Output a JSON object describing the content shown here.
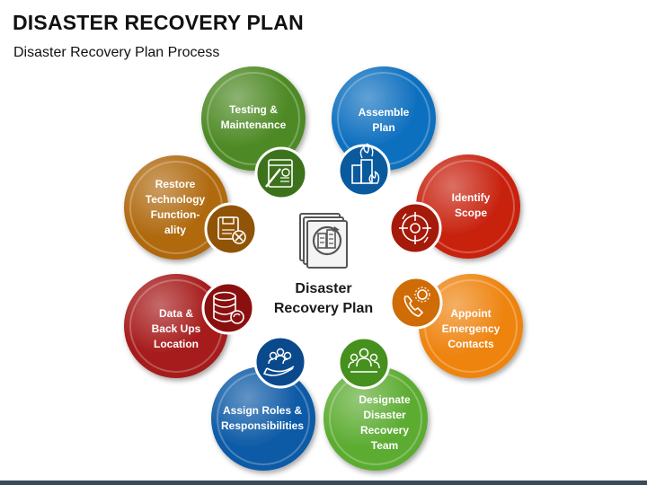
{
  "header": {
    "title": "DISASTER RECOVERY PLAN",
    "subtitle": "Disaster Recovery Plan Process"
  },
  "center": {
    "lines": [
      "Disaster",
      "Recovery Plan"
    ],
    "icon": "building-book-icon"
  },
  "steps": [
    {
      "id": "testing",
      "lines": [
        "Testing &",
        "Maintenance"
      ],
      "color": "#4e8a25",
      "icon": "web-tools-icon"
    },
    {
      "id": "assemble",
      "lines": [
        "Assemble",
        "Plan"
      ],
      "color": "#0d6fbf",
      "icon": "building-fire-icon"
    },
    {
      "id": "identify",
      "lines": [
        "Identify",
        "Scope"
      ],
      "color": "#c8220f",
      "icon": "target-scope-icon"
    },
    {
      "id": "contacts",
      "lines": [
        "Appoint",
        "Emergency",
        "Contacts"
      ],
      "color": "#ee8410",
      "icon": "phone-gear-icon"
    },
    {
      "id": "team",
      "lines": [
        "Designate",
        "Disaster",
        "Recovery",
        "Team"
      ],
      "color": "#5dac32",
      "icon": "team-group-icon"
    },
    {
      "id": "roles",
      "lines": [
        "Assign Roles &",
        "Responsibilities"
      ],
      "color": "#0d5aa6",
      "icon": "hand-people-icon"
    },
    {
      "id": "data",
      "lines": [
        "Data &",
        "Back Ups",
        "Location"
      ],
      "color": "#a61a1a",
      "icon": "database-sync-icon"
    },
    {
      "id": "restore",
      "lines": [
        "Restore",
        "Technology",
        "Function-",
        "ality"
      ],
      "color": "#b06a10",
      "icon": "floppy-tools-icon"
    }
  ]
}
